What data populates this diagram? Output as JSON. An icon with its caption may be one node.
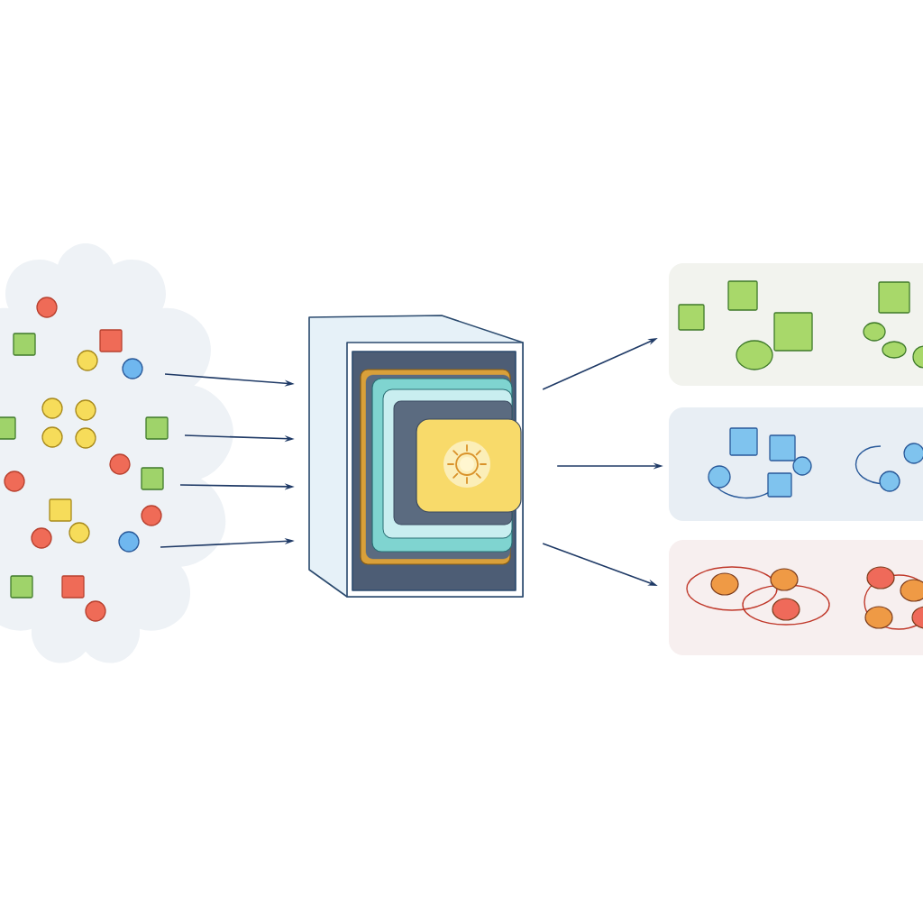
{
  "diagram": {
    "nodes": [
      {
        "text": [],
        "shape": "cloud"
      },
      {
        "text": [],
        "shape": "picture"
      },
      {
        "text": [],
        "shape": "box"
      },
      {
        "text": [],
        "shape": "box"
      },
      {
        "text": [],
        "shape": "box"
      }
    ],
    "edges": [
      {
        "from": 0,
        "to": 1,
        "arrow": "to"
      },
      {
        "from": 0,
        "to": 1,
        "arrow": "to"
      },
      {
        "from": 0,
        "to": 1,
        "arrow": "to"
      },
      {
        "from": 0,
        "to": 1,
        "arrow": "to"
      },
      {
        "from": 1,
        "to": 2,
        "arrow": "to"
      },
      {
        "from": 1,
        "to": 3,
        "arrow": "to"
      },
      {
        "from": 1,
        "to": 4,
        "arrow": "to"
      }
    ]
  }
}
